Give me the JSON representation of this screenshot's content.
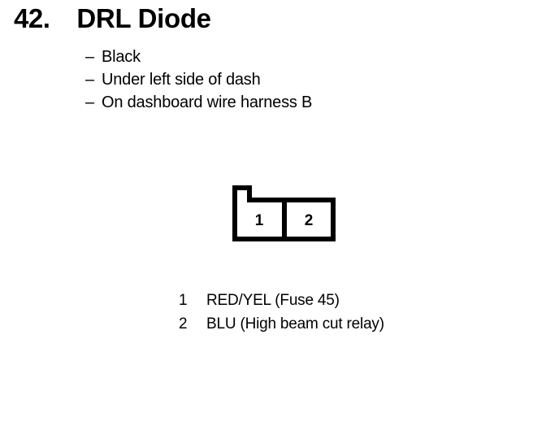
{
  "header": {
    "number": "42.",
    "title": "DRL Diode"
  },
  "description": {
    "dash": "–",
    "items": [
      {
        "text": "Black"
      },
      {
        "text": "Under left side of dash"
      },
      {
        "text": "On dashboard wire harness B"
      }
    ]
  },
  "connector": {
    "name": "2-pin connector, black, with locking tab at top left",
    "outline_color": "#000000",
    "fill_color": "#ffffff",
    "cavities": [
      {
        "number": "1"
      },
      {
        "number": "2"
      }
    ]
  },
  "legend": {
    "rows": [
      {
        "number": "1",
        "label": "RED/YEL (Fuse 45)"
      },
      {
        "number": "2",
        "label": "BLU (High beam cut relay)"
      }
    ]
  }
}
